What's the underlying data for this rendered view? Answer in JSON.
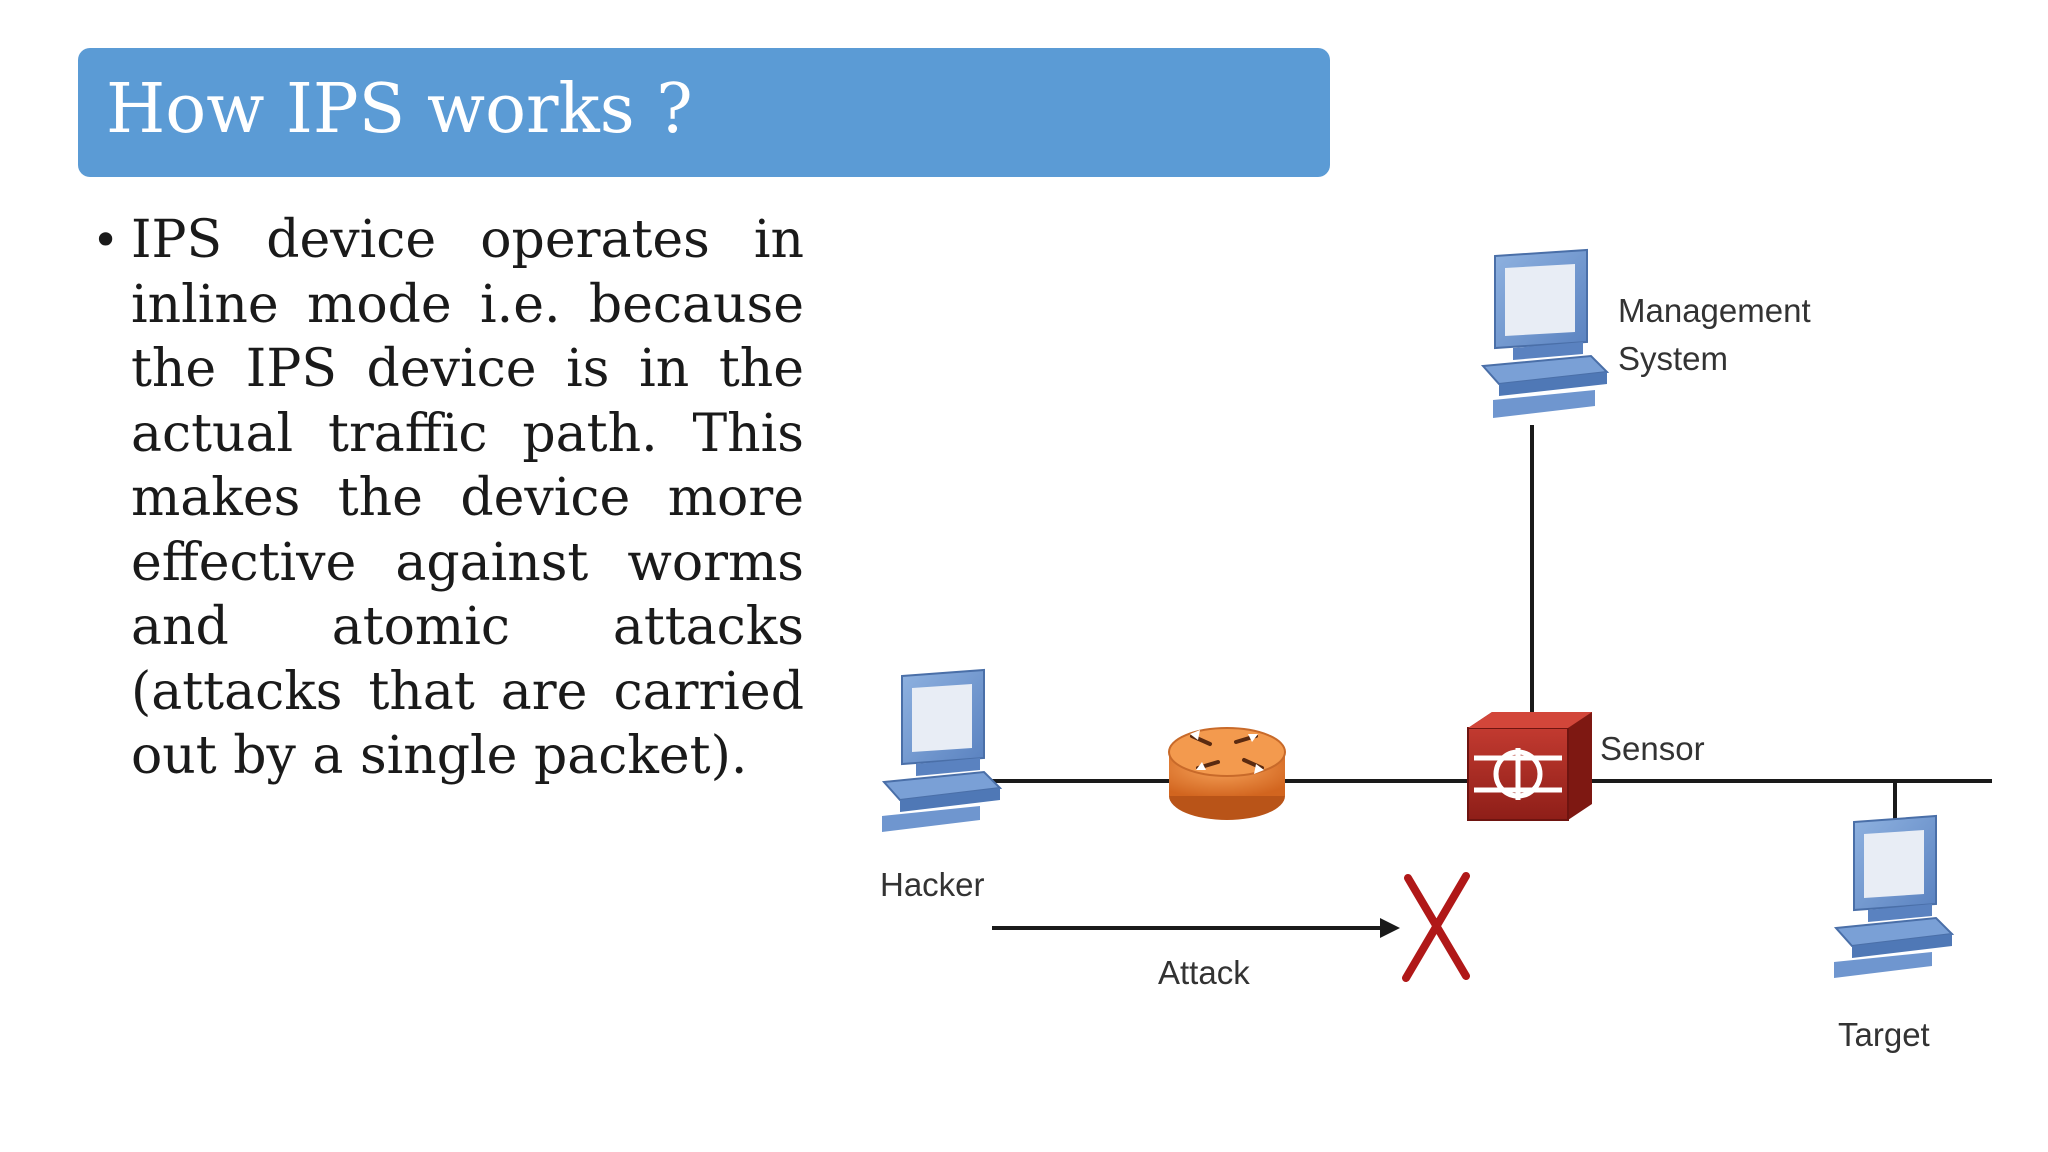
{
  "slide": {
    "title": "How IPS works ?",
    "bullet_text": "IPS device operates in inline mode i.e. because the IPS device is in the actual traffic path. This makes the device more effective against worms and atomic attacks (attacks that are carried out by a single packet)."
  },
  "diagram": {
    "labels": {
      "management_line1": "Management",
      "management_line2": "System",
      "sensor": "Sensor",
      "hacker": "Hacker",
      "attack": "Attack",
      "target": "Target"
    },
    "colors": {
      "computer_blue": "#6f96cf",
      "router_orange": "#e07a2e",
      "sensor_red": "#b02a22",
      "block_x_red": "#b01818",
      "line_black": "#1a1a1a"
    },
    "icons": [
      "computer-icon",
      "router-icon",
      "sensor-icon",
      "block-x-icon"
    ]
  }
}
